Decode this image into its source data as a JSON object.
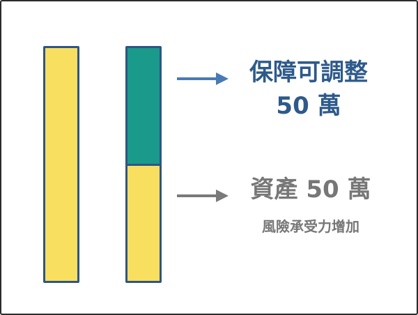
{
  "colors": {
    "yellow": "#f9df5f",
    "teal": "#1a9a8a",
    "border": "#2e5585",
    "blue_text": "#2e5a8a",
    "gray_text": "#777777",
    "blue_arrow": "#4a7ab5",
    "gray_arrow": "#7a7a7a"
  },
  "left_bar": {
    "yellow_fraction": 1.0
  },
  "right_bar": {
    "teal_fraction": 0.5,
    "yellow_fraction": 0.5
  },
  "upper_label": {
    "title": "保障可調整",
    "subtitle": "50 萬"
  },
  "lower_label": {
    "title": "資產 50 萬",
    "subtitle": "風險承受力增加"
  }
}
